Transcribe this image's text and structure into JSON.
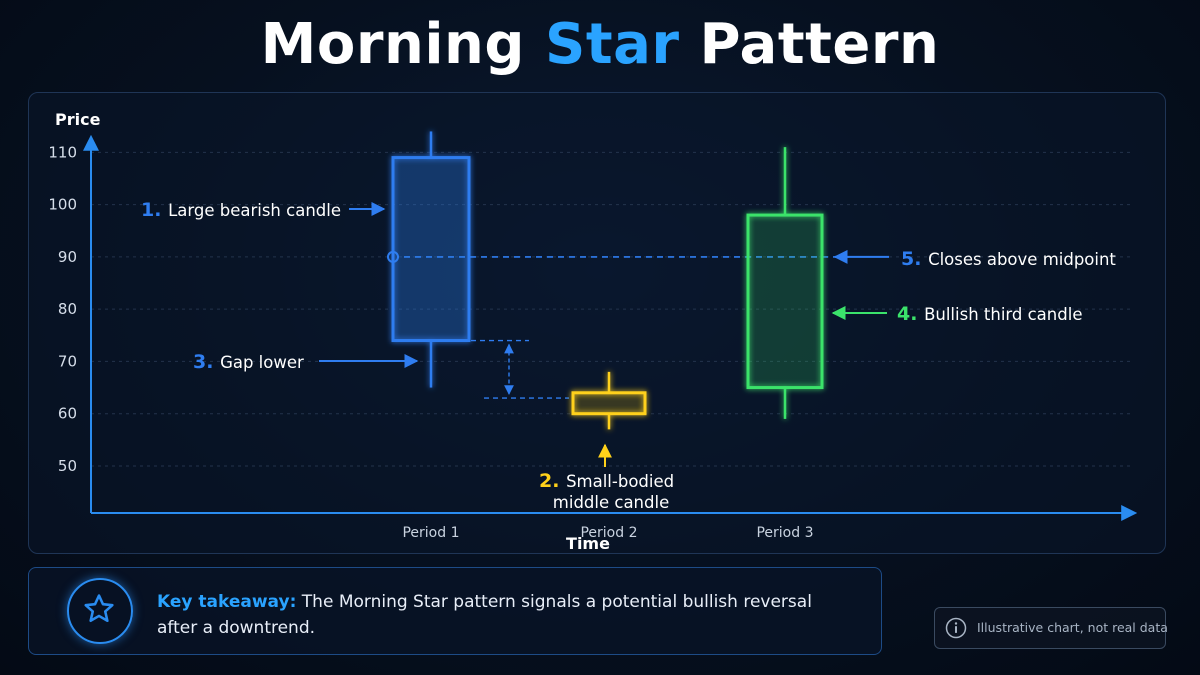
{
  "title": {
    "pre": "Morning ",
    "highlight": "Star",
    "post": " Pattern"
  },
  "colors": {
    "accent": "#2aa3ff",
    "bearish": "#2f7df0",
    "middle": "#ffd11a",
    "bullish": "#3be36b",
    "axis": "#2a8cf0",
    "grid": "#2a3b55"
  },
  "chart_data": {
    "type": "candlestick",
    "ylabel": "Price",
    "xlabel": "Time",
    "yticks": [
      50,
      60,
      70,
      80,
      90,
      100,
      110
    ],
    "ylim": [
      41,
      116
    ],
    "categories": [
      "Period 1",
      "Period 2",
      "Period 3"
    ],
    "candles": [
      {
        "period": "Period 1",
        "open": 109,
        "close": 74,
        "high": 114,
        "low": 65,
        "color": "bearish"
      },
      {
        "period": "Period 2",
        "open": 64,
        "close": 60,
        "high": 68,
        "low": 57,
        "color": "middle"
      },
      {
        "period": "Period 3",
        "open": 65,
        "close": 98,
        "high": 111,
        "low": 59,
        "color": "bullish"
      }
    ],
    "midpoint_level": 90,
    "gap": {
      "top": 74,
      "bottom": 63
    },
    "annotations": [
      {
        "num": "1.",
        "text": "Large bearish candle",
        "color": "bearish"
      },
      {
        "num": "2.",
        "text": "Small-bodied",
        "text2": "middle candle",
        "color": "middle"
      },
      {
        "num": "3.",
        "text": "Gap lower",
        "color": "bearish"
      },
      {
        "num": "4.",
        "text": "Bullish third candle",
        "color": "bullish"
      },
      {
        "num": "5.",
        "text": "Closes above midpoint",
        "color": "bearish"
      }
    ]
  },
  "takeaway": {
    "label": "Key takeaway:",
    "text": "The Morning Star pattern signals a potential bullish reversal after a downtrend.",
    "icon": "star-icon"
  },
  "disclaimer": {
    "icon": "info-icon",
    "text": "Illustrative chart, not real data"
  }
}
